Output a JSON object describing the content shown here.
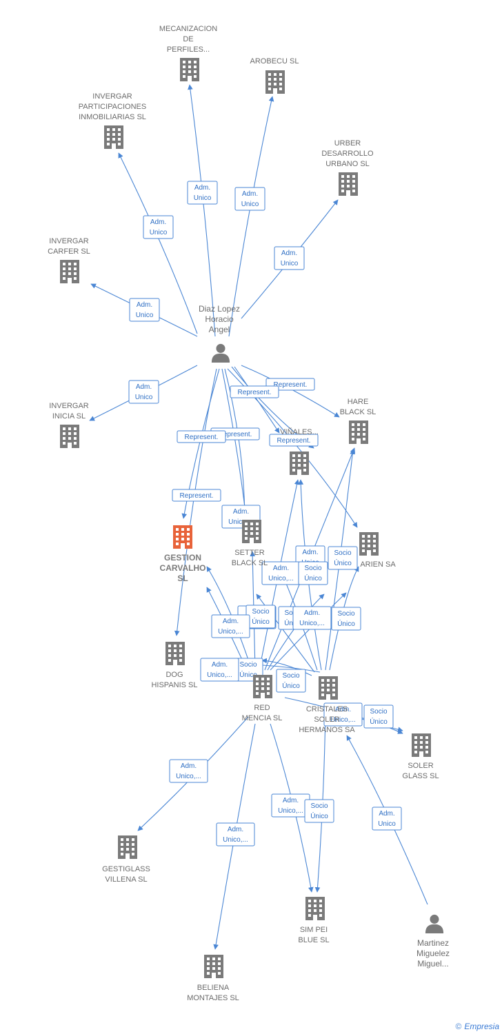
{
  "colors": {
    "edge": "#4a86d4",
    "building": "#7a7a7a",
    "focus": "#e8633a",
    "person": "#7a7a7a",
    "text": "#6b6b6b"
  },
  "nodes": {
    "mecanizacion": {
      "label": [
        "MECANIZACION",
        "DE",
        "PERFILES..."
      ],
      "icon": "building-icon"
    },
    "arobecu": {
      "label": [
        "AROBECU SL"
      ],
      "icon": "building-icon"
    },
    "invergar_participaciones": {
      "label": [
        "INVERGAR",
        "PARTICIPACIONES",
        "INMOBILIARIAS SL"
      ],
      "icon": "building-icon"
    },
    "urber": {
      "label": [
        "URBER",
        "DESARROLLO",
        "URBANO SL"
      ],
      "icon": "building-icon"
    },
    "invergar_carfer": {
      "label": [
        "INVERGAR",
        "CARFER SL"
      ],
      "icon": "building-icon"
    },
    "diaz_lopez": {
      "label": [
        "Diaz Lopez",
        "Horacio",
        "Angel"
      ],
      "icon": "person-icon"
    },
    "invergar_inicia": {
      "label": [
        "INVERGAR",
        "INICIA SL"
      ],
      "icon": "building-icon"
    },
    "hare_black": {
      "label": [
        "HARE",
        "BLACK  SL"
      ],
      "icon": "building-icon"
    },
    "vinales": {
      "label": [
        "VIÑALES..."
      ],
      "icon": "building-icon"
    },
    "gestion_carvalho": {
      "label": [
        "GESTION",
        "CARVALHO",
        "SL"
      ],
      "icon": "building-icon"
    },
    "setter_black": {
      "label": [
        "SETTER",
        "BLACK  SL"
      ],
      "icon": "building-icon"
    },
    "arien": {
      "label": [
        "ARIEN SA"
      ],
      "icon": "building-icon"
    },
    "dog_hispanis": {
      "label": [
        "DOG",
        "HISPANIS  SL"
      ],
      "icon": "building-icon"
    },
    "red_mencia": {
      "label": [
        "RED",
        "MENCIA  SL"
      ],
      "icon": "building-icon"
    },
    "cristales_soler": {
      "label": [
        "CRISTALES",
        "SOLER",
        "HERMANOS SA"
      ],
      "icon": "building-icon"
    },
    "soler_glass": {
      "label": [
        "SOLER",
        "GLASS SL"
      ],
      "icon": "building-icon"
    },
    "gestiglass": {
      "label": [
        "GESTIGLASS",
        "VILLENA SL"
      ],
      "icon": "building-icon"
    },
    "sim_pei": {
      "label": [
        "SIM PEI",
        "BLUE  SL"
      ],
      "icon": "building-icon"
    },
    "martinez": {
      "label": [
        "Martinez",
        "Miguelez",
        "Miguel..."
      ],
      "icon": "person-icon"
    },
    "beliena": {
      "label": [
        "BELIENA",
        "MONTAJES SL"
      ],
      "icon": "building-icon"
    }
  },
  "edge_labels": {
    "adm_unico": [
      "Adm.",
      "Unico"
    ],
    "adm_unico_more": [
      "Adm.",
      "Unico,..."
    ],
    "socio_unico": [
      "Socio",
      "Único"
    ],
    "represent": [
      "Represent."
    ]
  },
  "footer": {
    "copyright": "©",
    "brand": "Empresia"
  }
}
